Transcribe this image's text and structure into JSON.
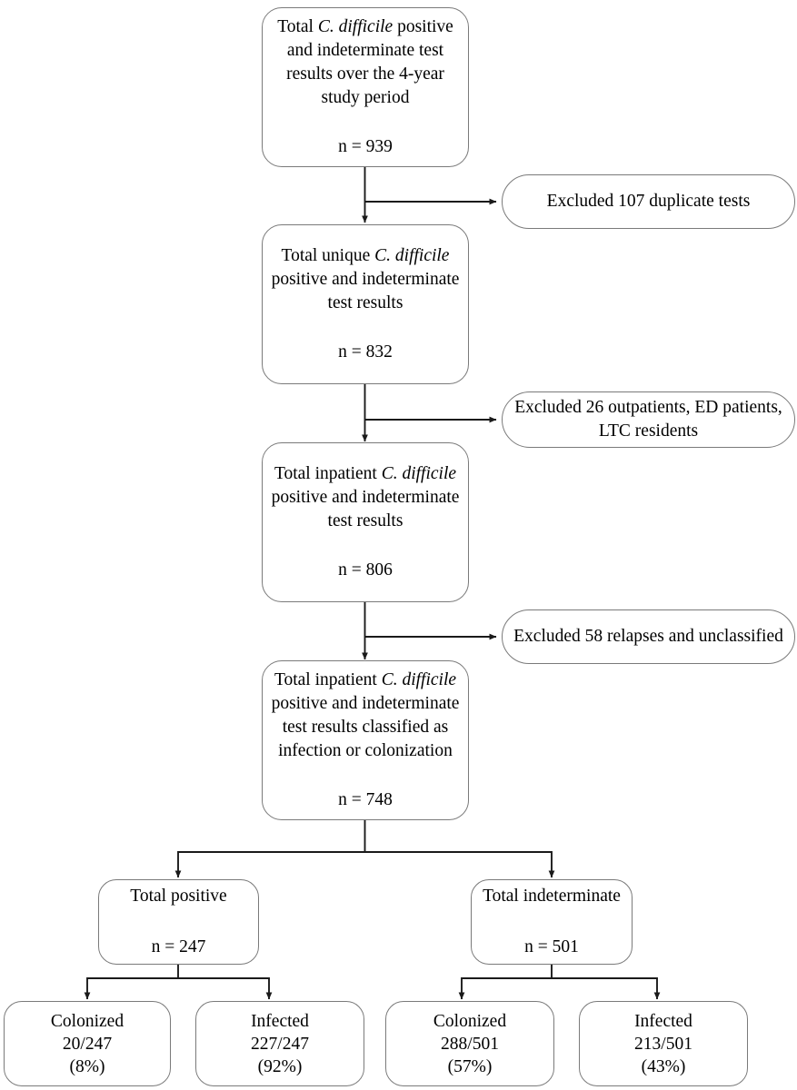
{
  "figure": {
    "type": "flowchart",
    "title": "C. difficile test result study flow diagram",
    "organism": "C. difficile",
    "line_color": "#7a7a7a",
    "arrow_color": "#1a1a1a",
    "text_color": "#000000",
    "background": "#ffffff"
  },
  "nodes": {
    "total_tests": {
      "line1_pre": "Total ",
      "line1_sci": "C. difficile",
      "line1_post": " positive",
      "line2": "and indeterminate test",
      "line3": "results over the 4-year",
      "line4": "study period",
      "count": "n = 939"
    },
    "unique_tests": {
      "line1_pre": "Total unique ",
      "line1_sci": "C. difficile",
      "line1_post": "",
      "line2": "positive and indeterminate",
      "line3": "test results",
      "count": "n = 832"
    },
    "inpatient_tests": {
      "line1_pre": "Total inpatient ",
      "line1_sci": "C. difficile",
      "line1_post": "",
      "line2": "positive and indeterminate",
      "line3": "test results",
      "count": "n = 806"
    },
    "classified_tests": {
      "line1_pre": "Total inpatient ",
      "line1_sci": "C. difficile",
      "line1_post": "",
      "line2": "positive and indeterminate",
      "line3": "test results classified as",
      "line4": "infection or colonization",
      "count": "n = 748"
    },
    "excluded_duplicates": {
      "line1": "Excluded 107 duplicate tests"
    },
    "excluded_outpatients": {
      "line1": "Excluded 26 outpatients, ED patients,",
      "line2": "LTC residents"
    },
    "excluded_relapses": {
      "line1": "Excluded 58 relapses and unclassified"
    },
    "total_positive": {
      "label": "Total positive",
      "count": "n = 247"
    },
    "total_indeterminate": {
      "label": "Total indeterminate",
      "count": "n = 501"
    },
    "positive_colonized": {
      "label": "Colonized",
      "fraction": "20/247",
      "percent": "(8%)"
    },
    "positive_infected": {
      "label": "Infected",
      "fraction": "227/247",
      "percent": "(92%)"
    },
    "indeterminate_colonized": {
      "label": "Colonized",
      "fraction": "288/501",
      "percent": "(57%)"
    },
    "indeterminate_infected": {
      "label": "Infected",
      "fraction": "213/501",
      "percent": "(43%)"
    }
  },
  "chart_data": {
    "type": "flowchart",
    "title": "C. difficile positive and indeterminate test result disposition",
    "stages": [
      {
        "name": "Total C. difficile positive and indeterminate test results over the 4-year study period",
        "n": 939
      },
      {
        "name": "Total unique C. difficile positive and indeterminate test results",
        "n": 832,
        "excluded": "Excluded 107 duplicate tests",
        "excluded_n": 107
      },
      {
        "name": "Total inpatient C. difficile positive and indeterminate test results",
        "n": 806,
        "excluded": "Excluded 26 outpatients, ED patients, LTC residents",
        "excluded_n": 26
      },
      {
        "name": "Total inpatient C. difficile positive and indeterminate test results classified as infection or colonization",
        "n": 748,
        "excluded": "Excluded 58 relapses and unclassified",
        "excluded_n": 58
      }
    ],
    "branches": [
      {
        "name": "Total positive",
        "n": 247,
        "children": [
          {
            "name": "Colonized",
            "n": 20,
            "denominator": 247,
            "percent": 8
          },
          {
            "name": "Infected",
            "n": 227,
            "denominator": 247,
            "percent": 92
          }
        ]
      },
      {
        "name": "Total indeterminate",
        "n": 501,
        "children": [
          {
            "name": "Colonized",
            "n": 288,
            "denominator": 501,
            "percent": 57
          },
          {
            "name": "Infected",
            "n": 213,
            "denominator": 501,
            "percent": 43
          }
        ]
      }
    ]
  }
}
